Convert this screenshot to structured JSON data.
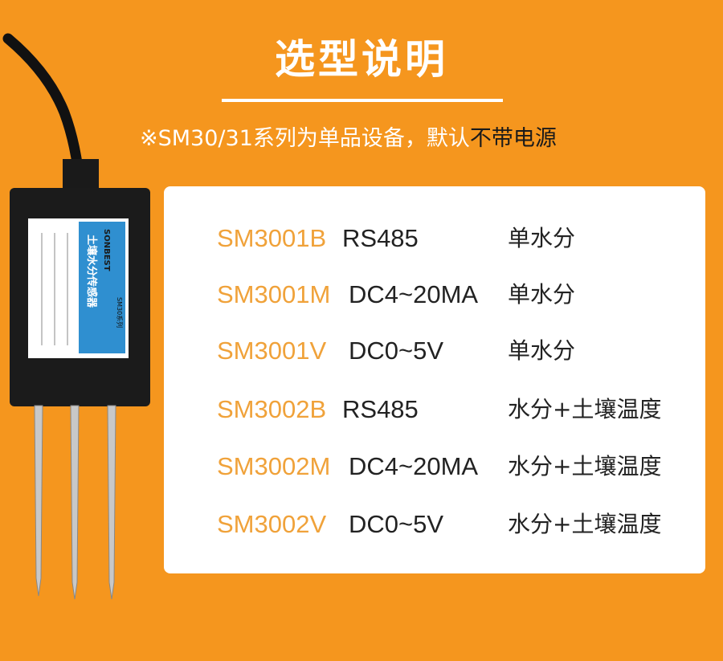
{
  "header": {
    "title": "选型说明",
    "subtitle_prefix": "※SM30/31系列为单品设备，默认",
    "subtitle_emphasis": "不带电源"
  },
  "sensor_label": {
    "brand": "SONBEST",
    "series": "SM30系列",
    "product_name": "土壤水分传感器"
  },
  "colors": {
    "background": "#F5961E",
    "model_text": "#F0A23A",
    "body_text": "#222222"
  },
  "models": [
    {
      "model": "SM3001B",
      "signal": "RS485",
      "function": "单水分"
    },
    {
      "model": "SM3001M",
      "signal": "DC4~20MA",
      "function": "单水分"
    },
    {
      "model": "SM3001V",
      "signal": "DC0~5V",
      "function": "单水分"
    },
    {
      "model": "SM3002B",
      "signal": "RS485",
      "function": "水分+土壤温度"
    },
    {
      "model": "SM3002M",
      "signal": "DC4~20MA",
      "function": "水分+土壤温度"
    },
    {
      "model": "SM3002V",
      "signal": "DC0~5V",
      "function": "水分+土壤温度"
    }
  ]
}
